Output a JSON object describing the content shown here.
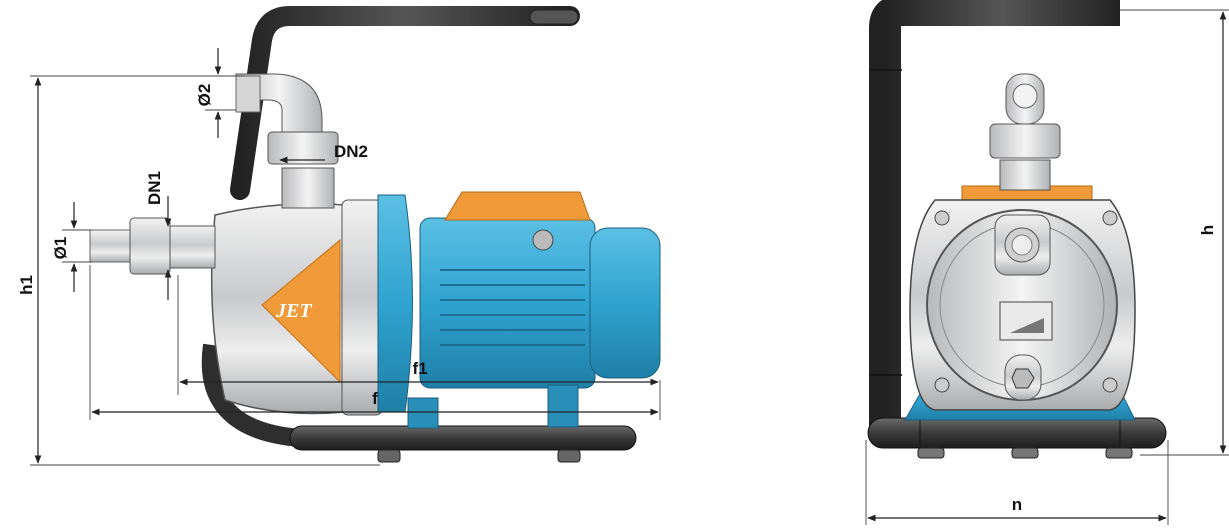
{
  "logo_text": "JET",
  "dimensions": {
    "dn1": "DN1",
    "dn2": "DN2",
    "d1": "Ø1",
    "d2": "Ø2",
    "h1": "h1",
    "f1": "f1",
    "f": "f",
    "h": "h",
    "n": "n"
  },
  "colors": {
    "motor_blue": "#2fa3d0",
    "terminal_box_orange": "#f09a3a",
    "frame_dark": "#3a3a3a",
    "pump_steel": "#d9dadb"
  }
}
